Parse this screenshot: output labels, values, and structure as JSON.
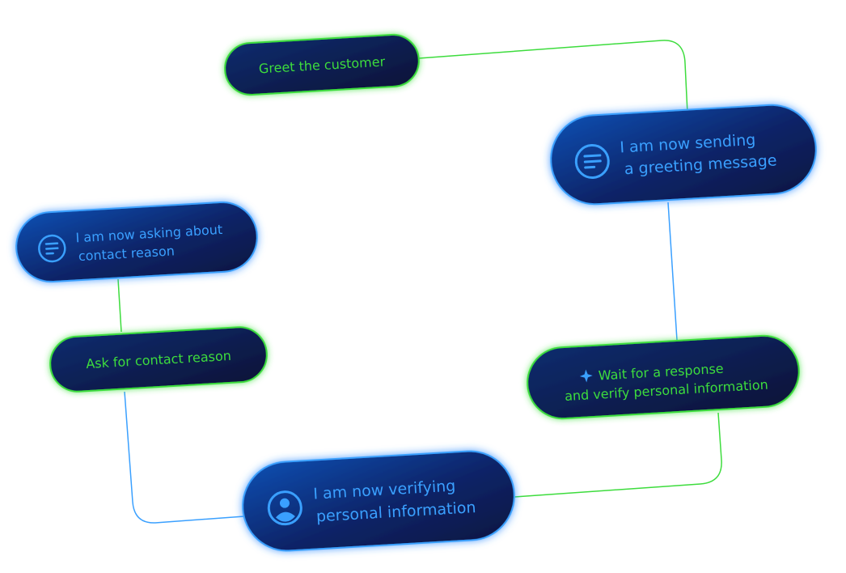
{
  "nodes": {
    "greet": {
      "label": "Greet the customer"
    },
    "sending": {
      "line1": "I am now sending",
      "line2": "a greeting message"
    },
    "wait": {
      "line1": "Wait for a response",
      "line2": "and verify personal information"
    },
    "verifying": {
      "line1": "I am now verifying",
      "line2": "personal information"
    },
    "ask": {
      "label": "Ask for contact reason"
    },
    "asking": {
      "line1": "I am now asking about",
      "line2": "contact reason"
    }
  },
  "icons": {
    "sending": "message-lines-icon",
    "asking": "message-lines-icon",
    "verifying": "user-icon",
    "wait": "sparkle-icon"
  },
  "colors": {
    "green": "#3ddc3d",
    "blue": "#3aa0ff",
    "node_fill_dark": "#0d1742",
    "node_fill_blue": "#0f3a8f"
  }
}
